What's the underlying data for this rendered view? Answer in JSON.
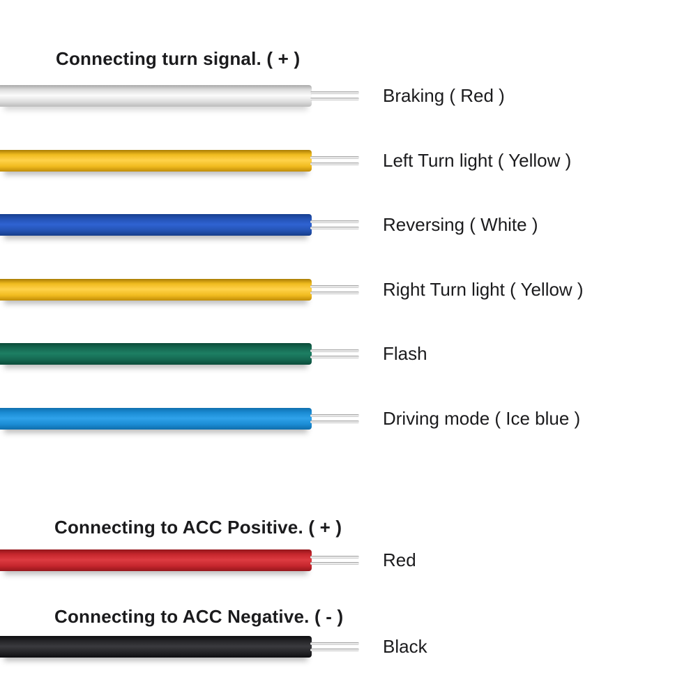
{
  "canvas": {
    "background": "#ffffff",
    "text_color": "#1b1b1d"
  },
  "sections": [
    {
      "id": "turn-signal",
      "title": "Connecting turn signal. ( + )",
      "wires": [
        {
          "id": "braking",
          "label": "Braking ( Red )",
          "color": "white"
        },
        {
          "id": "left-turn",
          "label": "Left Turn light ( Yellow )",
          "color": "yellow"
        },
        {
          "id": "reversing",
          "label": "Reversing ( White )",
          "color": "blue"
        },
        {
          "id": "right-turn",
          "label": "Right Turn light ( Yellow )",
          "color": "yellow"
        },
        {
          "id": "flash",
          "label": "Flash",
          "color": "green"
        },
        {
          "id": "driving-mode",
          "label": "Driving mode ( Ice blue )",
          "color": "ice_blue"
        }
      ]
    },
    {
      "id": "acc-positive",
      "title": "Connecting to ACC Positive. ( + )",
      "wires": [
        {
          "id": "acc-positive-wire",
          "label": "Red",
          "color": "red"
        }
      ]
    },
    {
      "id": "acc-negative",
      "title": "Connecting to ACC Negative. ( - )",
      "wires": [
        {
          "id": "acc-negative-wire",
          "label": "Black",
          "color": "black"
        }
      ]
    }
  ],
  "wire_colors": {
    "white": {
      "edge_top": "#a9a9a9",
      "body": "#dedede",
      "highlight": "#fbfbfb",
      "edge_bottom": "#bcbcbc"
    },
    "yellow": {
      "edge_top": "#a97c04",
      "body": "#f0bb1f",
      "highlight": "#ffd24a",
      "edge_bottom": "#c08c08"
    },
    "blue": {
      "edge_top": "#173f8e",
      "body": "#2453b4",
      "highlight": "#2f63d2",
      "edge_bottom": "#173e8a"
    },
    "green": {
      "edge_top": "#0b4a38",
      "body": "#156851",
      "highlight": "#1d7f63",
      "edge_bottom": "#0b4c3a"
    },
    "ice_blue": {
      "edge_top": "#0f6fae",
      "body": "#1b8cd4",
      "highlight": "#2fa2ea",
      "edge_bottom": "#0f6dab"
    },
    "red": {
      "edge_top": "#93161b",
      "body": "#c5262d",
      "highlight": "#dd3b41",
      "edge_bottom": "#96171c"
    },
    "black": {
      "edge_top": "#0e0e10",
      "body": "#242427",
      "highlight": "#3a3a3e",
      "edge_bottom": "#0f0f11"
    },
    "strand": {
      "edge": "#969696",
      "mid": "#ffffff"
    }
  }
}
